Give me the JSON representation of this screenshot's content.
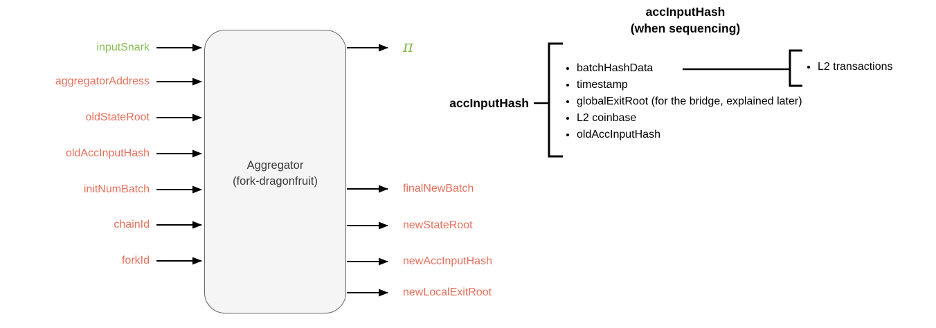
{
  "colors": {
    "green": "#86bd54",
    "salmon": "#e8705c",
    "black": "#000000",
    "node_fill": "#f5f5f5",
    "node_border": "#666666",
    "node_text": "#3a3a3a"
  },
  "node": {
    "line1": "Aggregator",
    "line2": "(fork-dragonfruit)"
  },
  "inputs": [
    {
      "label": "inputSnark",
      "color": "green"
    },
    {
      "label": "aggregatorAddress",
      "color": "salmon"
    },
    {
      "label": "oldStateRoot",
      "color": "salmon"
    },
    {
      "label": "oldAccInputHash",
      "color": "salmon"
    },
    {
      "label": "initNumBatch",
      "color": "salmon"
    },
    {
      "label": "chainId",
      "color": "salmon"
    },
    {
      "label": "forkId",
      "color": "salmon"
    }
  ],
  "outputs": [
    {
      "label": "π",
      "color": "green"
    },
    {
      "label": "finalNewBatch",
      "color": "salmon"
    },
    {
      "label": "newStateRoot",
      "color": "salmon"
    },
    {
      "label": "newAccInputHash",
      "color": "salmon"
    },
    {
      "label": "newLocalExitRoot",
      "color": "salmon"
    }
  ],
  "annotation": {
    "title_line1": "accInputHash",
    "title_line2": "(when sequencing)",
    "bracket_label": "accInputHash",
    "items": [
      "batchHashData",
      "timestamp",
      "globalExitRoot (for the bridge, explained later)",
      "L2 coinbase",
      "oldAccInputHash"
    ],
    "sub_items": [
      "L2 transactions"
    ]
  }
}
